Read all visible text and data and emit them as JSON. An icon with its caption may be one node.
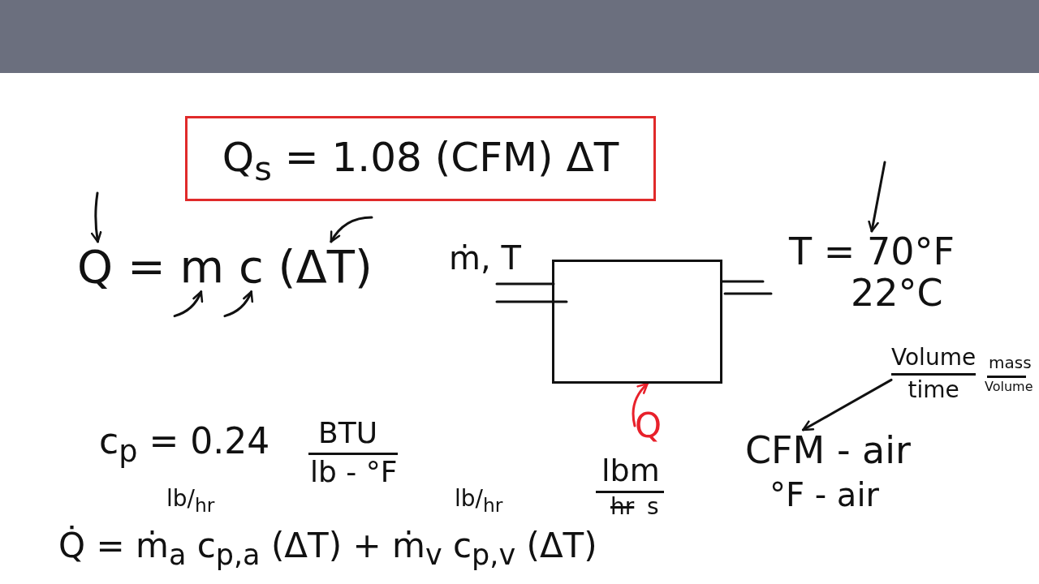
{
  "diagram": {
    "nodes": [
      {
        "text": [
          "Q$_{s}$ = 1.08 (CFM) ΔT"
        ]
      },
      {
        "text": [
          "Q = m c (ΔT)"
        ]
      },
      {
        "text": [],
        "shape": "box"
      },
      {
        "text": [
          "Q"
        ]
      },
      {
        "text": [
          "T = 70°F",
          "22°C"
        ]
      },
      {
        "text": [
          "Volume",
          "time"
        ]
      },
      {
        "text": [
          "CFM - air"
        ]
      }
    ],
    "edges": [
      {
        "from": null,
        "to": 1,
        "arrow": "to"
      },
      {
        "from": null,
        "to": 1,
        "arrow": "to"
      },
      {
        "from": null,
        "to": 1,
        "arrow": "to"
      },
      {
        "from": null,
        "to": 1,
        "arrow": "to"
      },
      {
        "from": 3,
        "to": 2,
        "arrow": "to",
        "color": "#e8212b"
      },
      {
        "from": null,
        "to": 4,
        "arrow": "to"
      },
      {
        "from": 5,
        "to": 6,
        "arrow": "to"
      }
    ],
    "labels": [
      "ṁ, T",
      "mass",
      "Volume",
      "c$_{p}$ = 0.24",
      "BTU",
      "lbm",
      "lb - °F",
      "hr",
      "s",
      "°F - air",
      "lb/$_{hr}$",
      "lb/$_{hr}$",
      "Q̇ = ṁ$_{a}$ c$_{p,a}$ (ΔT) + ṁ$_{v}$ c$_{p,v}$ (ΔT)"
    ]
  }
}
